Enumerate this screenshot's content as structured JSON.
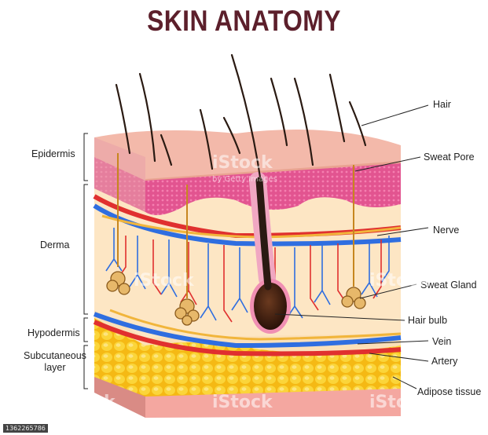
{
  "title": "SKIN ANATOMY",
  "title_color": "#5c1f2b",
  "left_labels": [
    {
      "key": "epidermis",
      "text": "Epidermis"
    },
    {
      "key": "derma",
      "text": "Derma"
    },
    {
      "key": "hypodermis",
      "text": "Hypodermis"
    },
    {
      "key": "subcutaneous",
      "text": "Subcutaneous\nlayer"
    }
  ],
  "right_labels": [
    {
      "key": "hair",
      "text": "Hair"
    },
    {
      "key": "sweat-pore",
      "text": "Sweat Pore"
    },
    {
      "key": "nerve",
      "text": "Nerve"
    },
    {
      "key": "sweat-gland",
      "text": "Sweat Gland"
    },
    {
      "key": "hair-bulb",
      "text": "Hair bulb"
    },
    {
      "key": "vein",
      "text": "Vein"
    },
    {
      "key": "artery",
      "text": "Artery"
    },
    {
      "key": "adipose",
      "text": "Adipose tissue"
    }
  ],
  "watermark": {
    "brand": "iStock",
    "credit": "by Getty Images",
    "stock_id": "1362265786"
  },
  "colors": {
    "epidermis": "#f3b7a8",
    "epidermis_pink": "#e9568f",
    "derma": "#fde6c4",
    "vein": "#2f6ee0",
    "artery": "#e0302f",
    "nerve": "#f1b53b",
    "fat": "#f7c61f",
    "hair": "#2a1a12"
  }
}
